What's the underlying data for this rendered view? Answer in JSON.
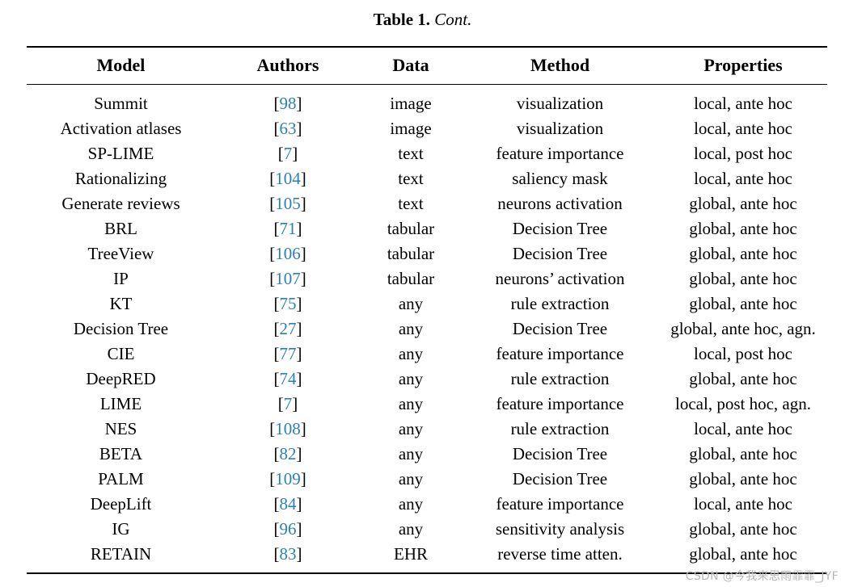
{
  "caption": {
    "label": "Table 1.",
    "cont": "Cont."
  },
  "table": {
    "columns": [
      "Model",
      "Authors",
      "Data",
      "Method",
      "Properties"
    ],
    "rows": [
      {
        "model": "Summit",
        "ref": "98",
        "data": "image",
        "method": "visualization",
        "properties": "local, ante hoc"
      },
      {
        "model": "Activation atlases",
        "ref": "63",
        "data": "image",
        "method": "visualization",
        "properties": "local, ante hoc"
      },
      {
        "model": "SP-LIME",
        "ref": "7",
        "data": "text",
        "method": "feature importance",
        "properties": "local, post hoc"
      },
      {
        "model": "Rationalizing",
        "ref": "104",
        "data": "text",
        "method": "saliency mask",
        "properties": "local, ante hoc"
      },
      {
        "model": "Generate reviews",
        "ref": "105",
        "data": "text",
        "method": "neurons activation",
        "properties": "global, ante hoc"
      },
      {
        "model": "BRL",
        "ref": "71",
        "data": "tabular",
        "method": "Decision Tree",
        "properties": "global, ante hoc"
      },
      {
        "model": "TreeView",
        "ref": "106",
        "data": "tabular",
        "method": "Decision Tree",
        "properties": "global, ante hoc"
      },
      {
        "model": "IP",
        "ref": "107",
        "data": "tabular",
        "method": "neurons’ activation",
        "properties": "global, ante hoc"
      },
      {
        "model": "KT",
        "ref": "75",
        "data": "any",
        "method": "rule extraction",
        "properties": "global, ante hoc"
      },
      {
        "model": "Decision Tree",
        "ref": "27",
        "data": "any",
        "method": "Decision Tree",
        "properties": "global, ante hoc, agn."
      },
      {
        "model": "CIE",
        "ref": "77",
        "data": "any",
        "method": "feature importance",
        "properties": "local, post hoc"
      },
      {
        "model": "DeepRED",
        "ref": "74",
        "data": "any",
        "method": "rule extraction",
        "properties": "global, ante hoc"
      },
      {
        "model": "LIME",
        "ref": "7",
        "data": "any",
        "method": "feature importance",
        "properties": "local, post hoc, agn."
      },
      {
        "model": "NES",
        "ref": "108",
        "data": "any",
        "method": "rule extraction",
        "properties": "local, ante hoc"
      },
      {
        "model": "BETA",
        "ref": "82",
        "data": "any",
        "method": "Decision Tree",
        "properties": "global, ante hoc"
      },
      {
        "model": "PALM",
        "ref": "109",
        "data": "any",
        "method": "Decision Tree",
        "properties": "global, ante hoc"
      },
      {
        "model": "DeepLift",
        "ref": "84",
        "data": "any",
        "method": "feature importance",
        "properties": "local, ante hoc"
      },
      {
        "model": "IG",
        "ref": "96",
        "data": "any",
        "method": "sensitivity analysis",
        "properties": "global, ante hoc"
      },
      {
        "model": "RETAIN",
        "ref": "83",
        "data": "EHR",
        "method": "reverse time atten.",
        "properties": "global, ante hoc"
      }
    ]
  },
  "watermark": {
    "text": "CSDN @今我来思雨霏霏_JYF"
  },
  "colors": {
    "citation_blue": "#2a7fb8",
    "rule_black": "#000000",
    "watermark_gray": "#b9b9b9"
  }
}
